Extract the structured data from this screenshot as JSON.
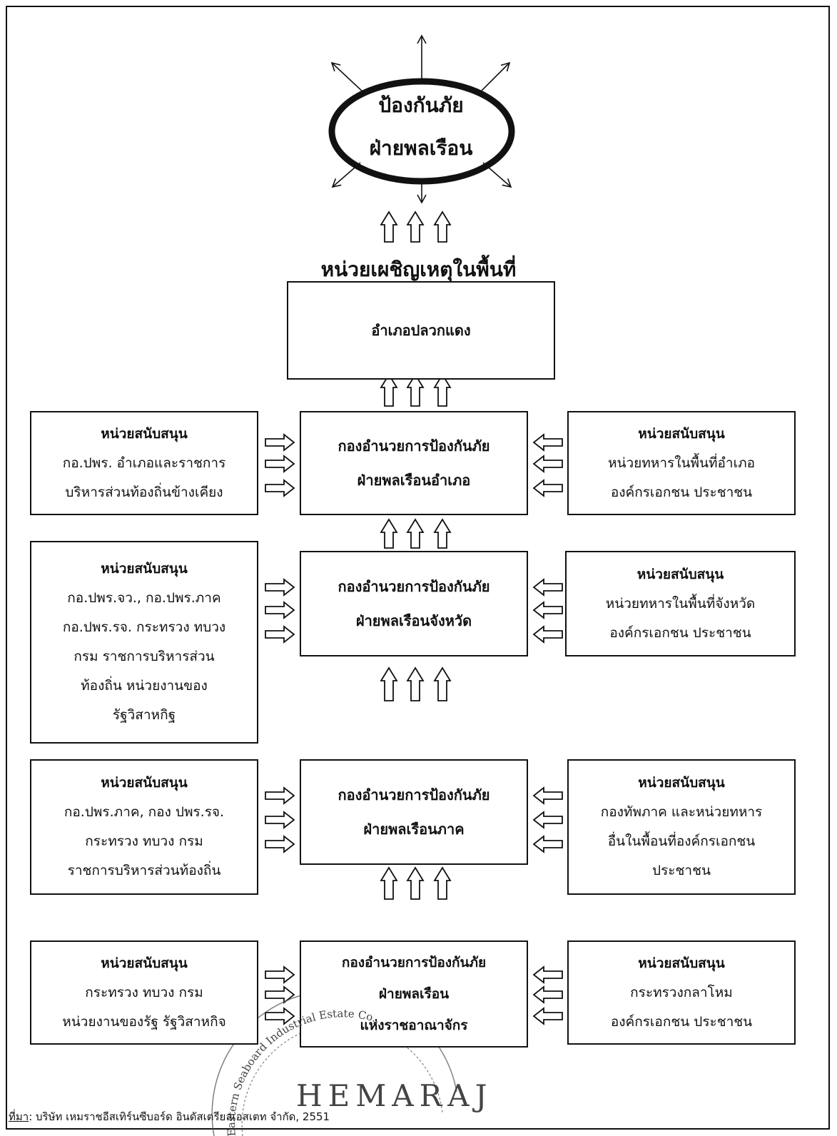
{
  "title": "ป้องกันภัย ฝ่ายพลเรือน",
  "title_lines": [
    "ป้องกันภัย",
    "ฝ่ายพลเรือน"
  ],
  "reporting_heading": "หน่วยเผชิญเหตุในพื้นที่",
  "district_box": "อำเภอปลวกแดง",
  "rows": [
    {
      "center": [
        "กองอำนวยการป้องกันภัย",
        "ฝ่ายพลเรือนอำเภอ"
      ],
      "left": {
        "heading": "หน่วยสนับสนุน",
        "lines": [
          "กอ.ปพร. อำเภอและราชการ",
          "บริหารส่วนท้องถิ่นข้างเคียง"
        ]
      },
      "right": {
        "heading": "หน่วยสนับสนุน",
        "lines": [
          "หน่วยทหารในพื้นที่อำเภอ",
          "องค์กรเอกชน ประชาชน"
        ]
      }
    },
    {
      "center": [
        "กองอำนวยการป้องกันภัย",
        "ฝ่ายพลเรือนจังหวัด"
      ],
      "left": {
        "heading": "หน่วยสนับสนุน",
        "lines": [
          "กอ.ปพร.จว., กอ.ปพร.ภาค",
          "กอ.ปพร.รจ. กระทรวง ทบวง",
          "กรม ราชการบริหารส่วน",
          "ท้องถิ่น หน่วยงานของ",
          "รัฐวิสาหกิฐ"
        ]
      },
      "right": {
        "heading": "หน่วยสนับสนุน",
        "lines": [
          "หน่วยทหารในพื้นที่จังหวัด",
          "องค์กรเอกชน ประชาชน"
        ]
      }
    },
    {
      "center": [
        "กองอำนวยการป้องกันภัย",
        "ฝ่ายพลเรือนภาค"
      ],
      "left": {
        "heading": "หน่วยสนับสนุน",
        "lines": [
          "กอ.ปพร.ภาค, กอง ปพร.รจ.",
          "กระทรวง ทบวง กรม",
          "ราชการบริหารส่วนท้องถิ่น"
        ]
      },
      "right": {
        "heading": "หน่วยสนับสนุน",
        "lines": [
          "กองทัพภาค และหน่วยทหาร",
          "อื่นในพื้อนที่องค์กรเอกชน",
          "ประชาชน"
        ]
      }
    },
    {
      "center": [
        "กองอำนวยการป้องกันภัย",
        "ฝ่ายพลเรือน",
        "แห่งราชอาณาจักร"
      ],
      "left": {
        "heading": "หน่วยสนับสนุน",
        "lines": [
          "กระทรวง ทบวง กรม",
          "หน่วยงานของรัฐ รัฐวิสาหกิจ"
        ]
      },
      "right": {
        "heading": "หน่วยสนับสนุน",
        "lines": [
          "กระทรวงกลาโหม",
          "องค์กรเอกชน ประชาชน"
        ]
      }
    }
  ],
  "source": {
    "label": "ที่มา",
    "text": ": บริษัท เหมราชอีสเทิร์นซีบอร์ด อินดัสเตรียลเอสเตท จำกัด, 2551"
  },
  "stamp": {
    "arc_text": "Eastern Seaboard Industrial Estate Co.,",
    "center_text": "HEMARAJ"
  }
}
